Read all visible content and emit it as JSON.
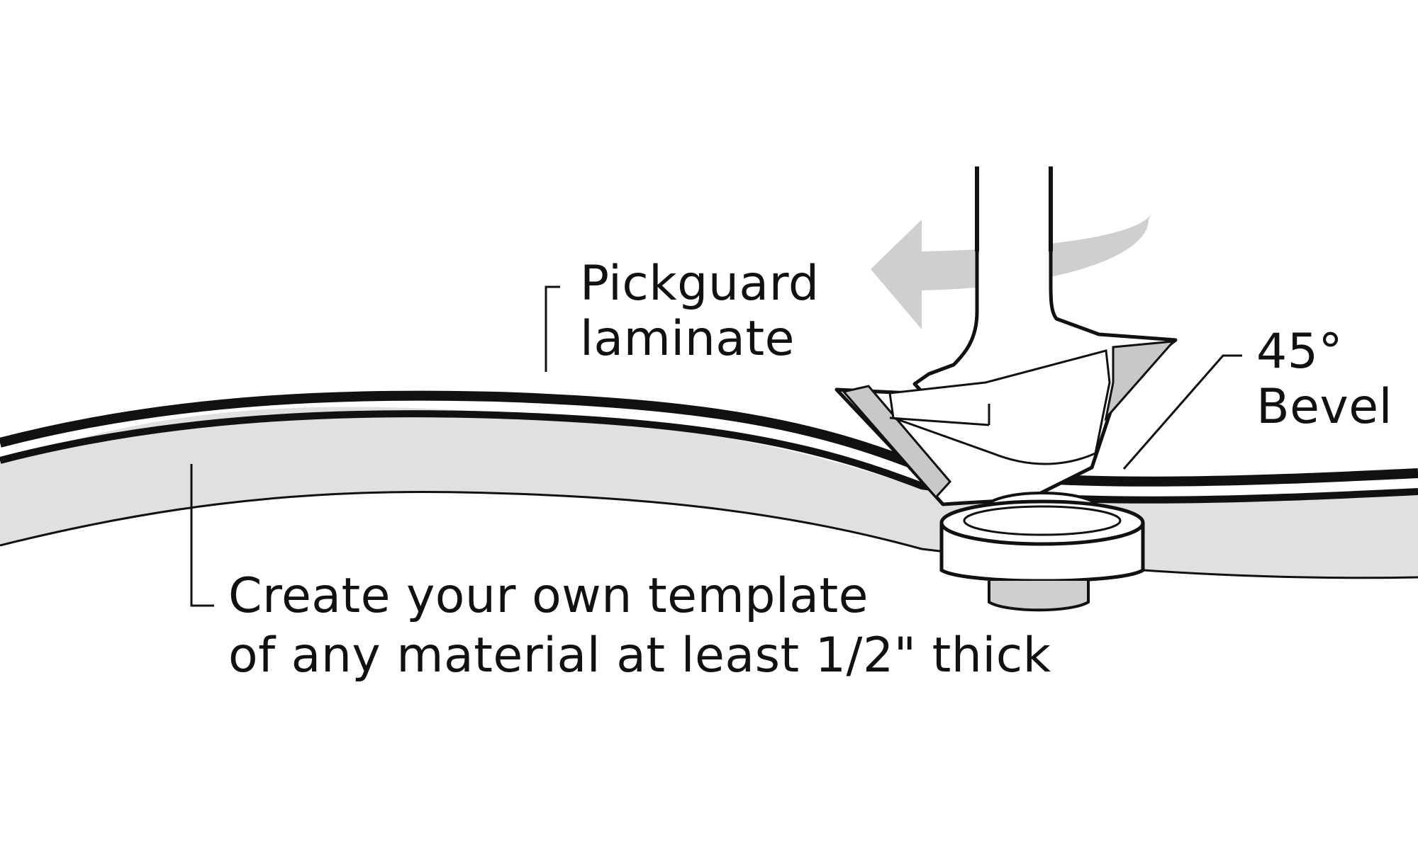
{
  "diagram": {
    "title": "Router bit cutting a 45° bevel on pickguard laminate over a template",
    "labels": {
      "pickguard_line1": "Pickguard",
      "pickguard_line2": "laminate",
      "bevel_line1": "45°",
      "bevel_line2": "Bevel",
      "template_line1": "Create your own template",
      "template_line2": "of any material at least 1/2\" thick"
    },
    "components": [
      "pickguard-laminate",
      "template",
      "router-bit-shank",
      "bevel-cutter",
      "bearing",
      "rotation-arrow"
    ],
    "colors": {
      "stroke": "#111111",
      "template_fill": "#e0e0e0",
      "arrow_fill": "#cfcfcf",
      "cutter_shade": "#c8c8c8",
      "background": "#ffffff"
    }
  }
}
